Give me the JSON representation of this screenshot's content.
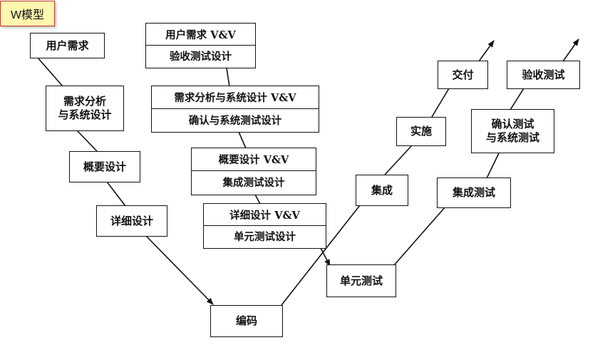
{
  "title": "W模型",
  "left_branch": {
    "requirements": "用户需求",
    "analysis": [
      "需求分析",
      "与系统设计"
    ],
    "outline": "概要设计",
    "detail": "详细设计"
  },
  "bottom": {
    "coding": "编码"
  },
  "middle_stack": [
    {
      "vv": "用户需求 V&V",
      "design": "验收测试设计"
    },
    {
      "vv": "需求分析与系统设计 V&V",
      "design": "确认与系统测试设计"
    },
    {
      "vv": "概要设计 V&V",
      "design": "集成测试设计"
    },
    {
      "vv": "详细设计 V&V",
      "design": "单元测试设计"
    }
  ],
  "right_branch_1": {
    "integration": "集成",
    "implementation": "实施",
    "delivery": "交付"
  },
  "right_branch_2": {
    "unit_test": "单元测试",
    "integration_test": "集成测试",
    "validation_test": [
      "确认测试",
      "与系统测试"
    ],
    "acceptance_test": "验收测试"
  }
}
